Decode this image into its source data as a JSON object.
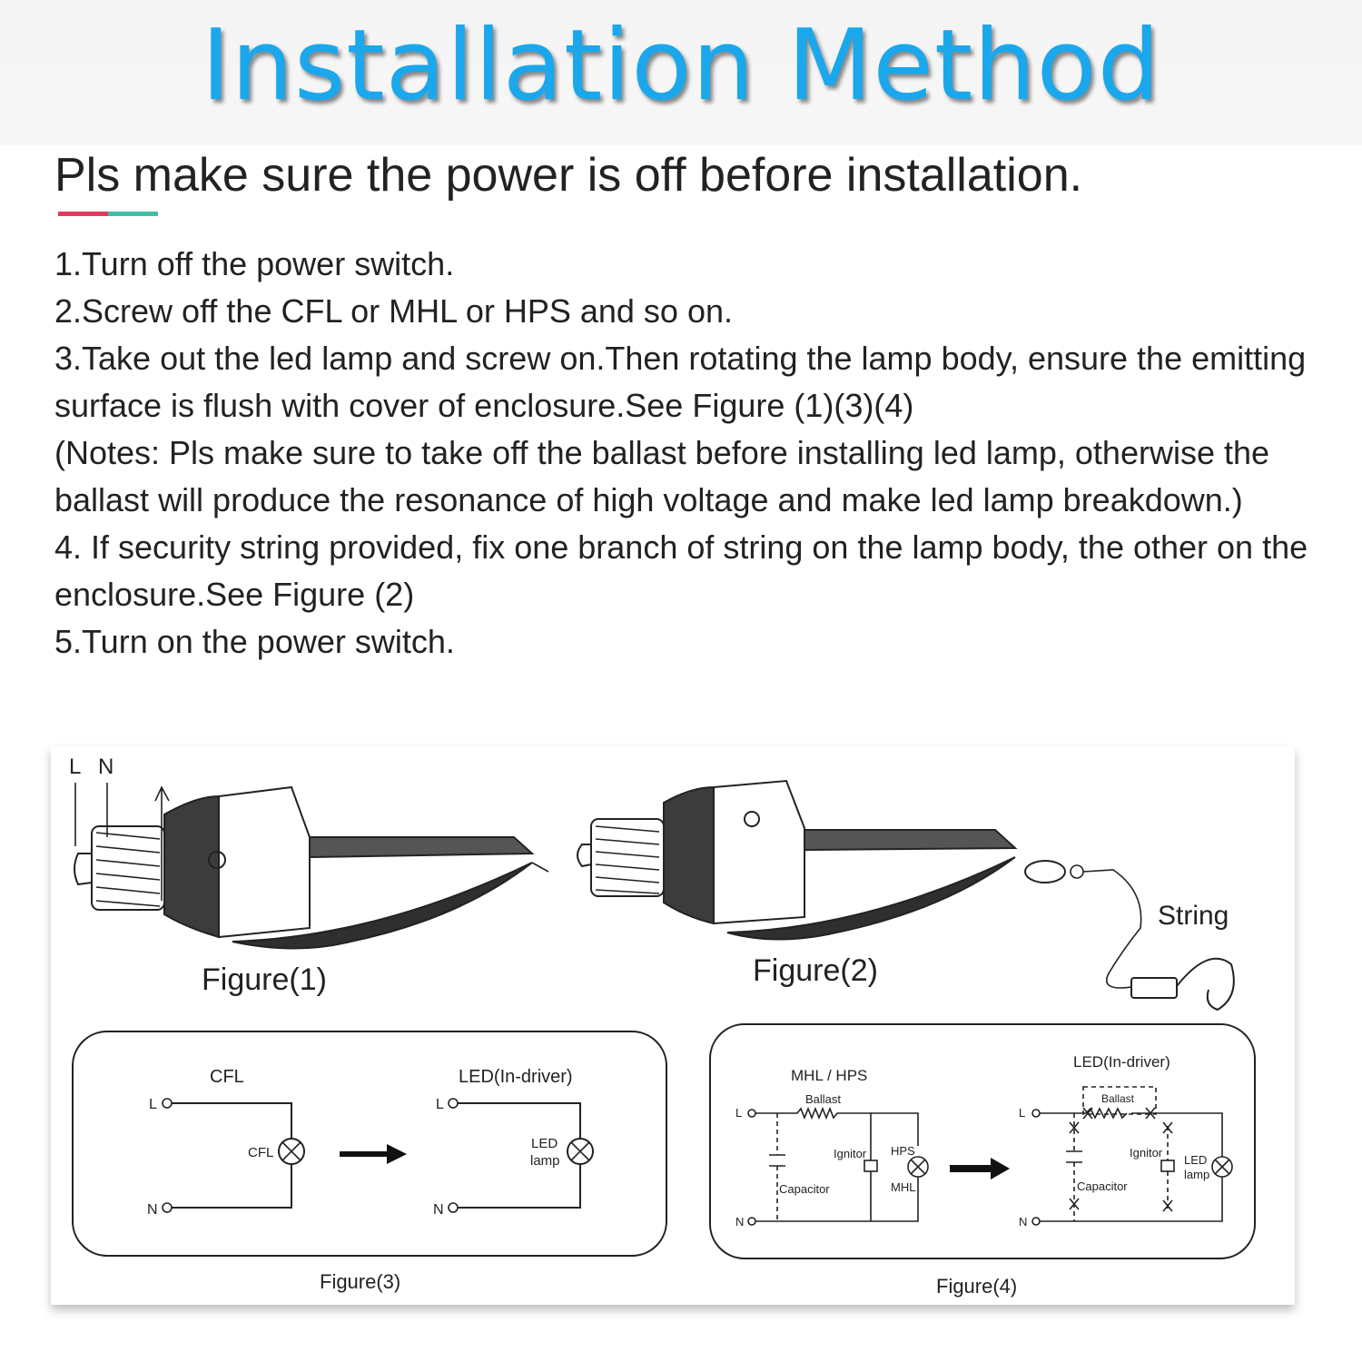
{
  "header": {
    "title": "Installation Method",
    "subtitle": "Pls make sure the power is off before installation.",
    "accent_colors": [
      "#e23b5e",
      "#3fbfa6"
    ],
    "title_color": "#1aa7ec"
  },
  "steps": [
    "1.Turn off the power switch.",
    "2.Screw off the CFL or MHL or HPS and so on.",
    "3.Take out the led lamp and screw on.Then rotating the lamp body, ensure the emitting surface is flush with cover of enclosure.See Figure (1)(3)(4)",
    "(Notes: Pls make sure to take off the ballast before installing led lamp, otherwise the ballast will produce the resonance of high voltage and make led lamp breakdown.)",
    "4. If security string provided, fix one branch of string on the lamp body, the other on the enclosure.See Figure (2)",
    "5.Turn on the power switch."
  ],
  "figures": {
    "fig1": {
      "caption": "Figure(1)",
      "terminal_l": "L",
      "terminal_n": "N"
    },
    "fig2": {
      "caption": "Figure(2)",
      "string_label": "String"
    },
    "fig3": {
      "caption": "Figure(3)",
      "left_title": "CFL",
      "left_lamp": "CFL",
      "right_title": "LED(In-driver)",
      "right_lamp_line1": "LED",
      "right_lamp_line2": "lamp",
      "l_label": "L",
      "n_label": "N"
    },
    "fig4": {
      "caption": "Figure(4)",
      "left_title": "MHL / HPS",
      "ballast": "Ballast",
      "ignitor": "Ignitor",
      "capacitor": "Capacitor",
      "hps": "HPS",
      "mhl": "MHL",
      "right_title": "LED(In-driver)",
      "right_lamp_line1": "LED",
      "right_lamp_line2": "lamp",
      "l_label": "L",
      "n_label": "N"
    }
  }
}
